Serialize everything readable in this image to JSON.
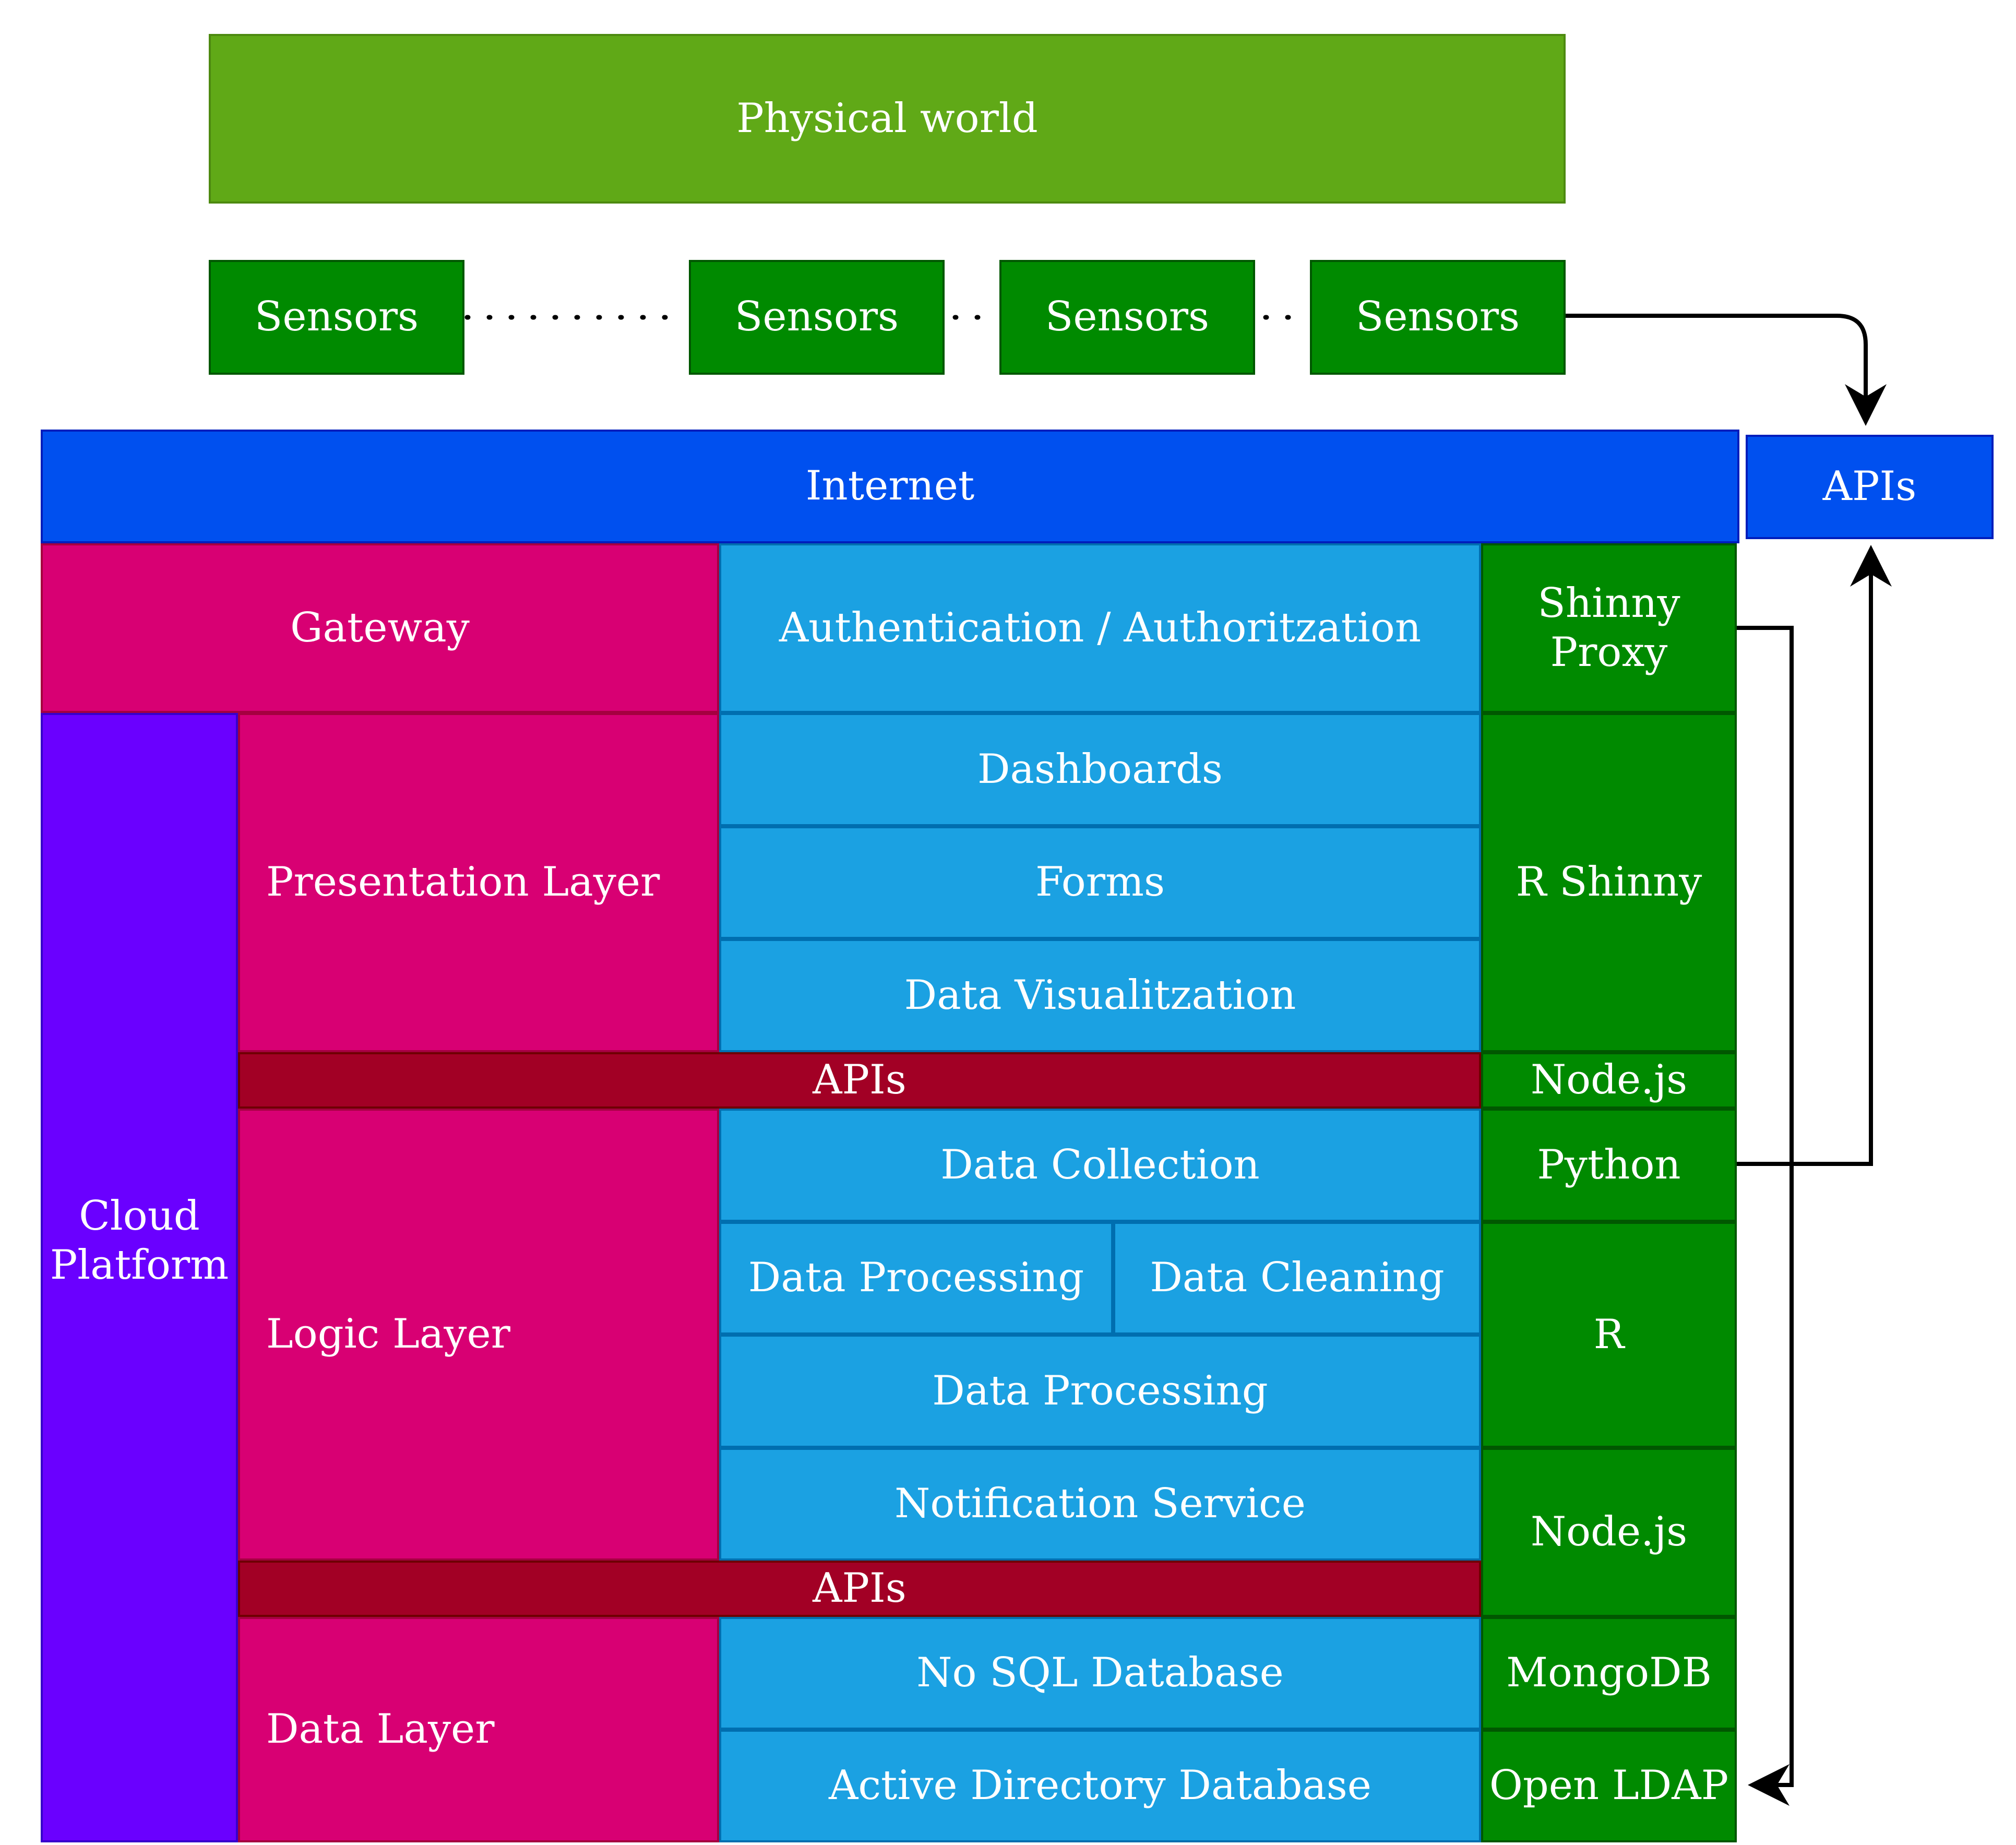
{
  "physical_world": "Physical world",
  "sensors": [
    "Sensors",
    "Sensors",
    "Sensors",
    "Sensors"
  ],
  "internet": "Internet",
  "external_apis": "APIs",
  "gateway": "Gateway",
  "auth": "Authentication / Authoritzation",
  "shiny_proxy": "Shinny Proxy",
  "cloud_platform": "Cloud Platform",
  "presentation_layer": "Presentation Layer",
  "presentation_items": [
    "Dashboards",
    "Forms",
    "Data Visualitzation"
  ],
  "r_shiny": "R Shinny",
  "apis_band_1": "APIs",
  "nodejs_1": "Node.js",
  "logic_layer": "Logic Layer",
  "data_collection": "Data Collection",
  "python": "Python",
  "data_processing_a": "Data Processing",
  "data_cleaning": "Data Cleaning",
  "r": "R",
  "data_processing_b": "Data Processing",
  "notification_service": "Notification Service",
  "nodejs_2": "Node.js",
  "apis_band_2": "APIs",
  "data_layer": "Data Layer",
  "nosql_db": "No SQL Database",
  "mongodb": "MongoDB",
  "active_directory_db": "Active Directory Database",
  "open_ldap": "Open LDAP",
  "colors": {
    "physical": "#60a917",
    "sensor": "#008a00",
    "internet": "#0050ef",
    "gateway": "#d80073",
    "service": "#1ba1e2",
    "tech": "#008a00",
    "cloud": "#6a00ff",
    "api_band": "#a20025"
  }
}
